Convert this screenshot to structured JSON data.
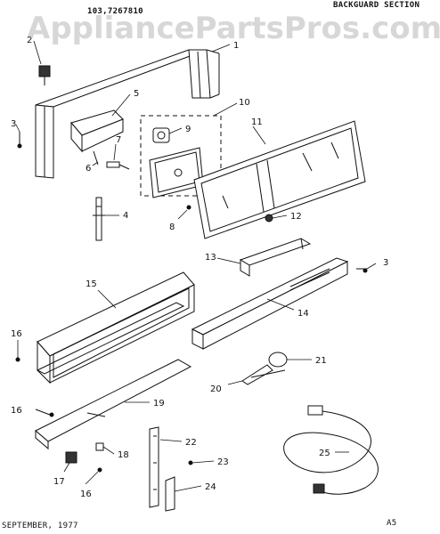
{
  "header": {
    "part_number": "103,7267810",
    "section_title": "BACKGUARD SECTION"
  },
  "watermark": "AppliancePartsPros.com",
  "footer": {
    "date": "SEPTEMBER, 1977",
    "page": "A5"
  },
  "callouts": [
    "1",
    "2",
    "3",
    "4",
    "5",
    "6",
    "7",
    "8",
    "9",
    "10",
    "11",
    "12",
    "13",
    "3",
    "14",
    "15",
    "16",
    "21",
    "20",
    "16",
    "19",
    "22",
    "18",
    "17",
    "16",
    "23",
    "24",
    "25"
  ]
}
